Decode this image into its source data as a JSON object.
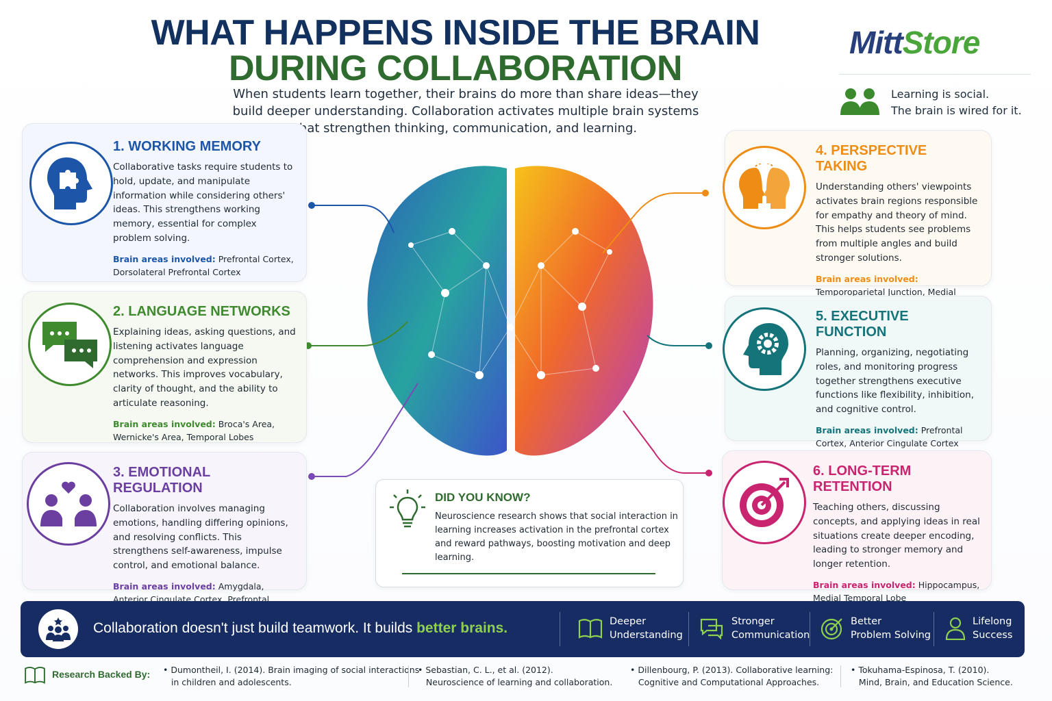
{
  "title_line1": "WHAT HAPPENS INSIDE THE BRAIN",
  "title_line2": "DURING COLLABORATION",
  "subtitle": "When students learn together, their brains do more than share ideas—they build deeper understanding. Collaboration activates multiple brain systems that strengthen thinking, communication, and learning.",
  "logo": {
    "part1": "Mitt",
    "part2": "Store",
    "accent": "#4aa63a",
    "brand": "#27407c"
  },
  "social_note": {
    "line1": "Learning is social.",
    "line2": "The brain is wired for it.",
    "icon": "people-icon"
  },
  "areas_label": "Brain areas involved:",
  "cards": [
    {
      "title": "1. WORKING MEMORY",
      "color": "#1d56a8",
      "icon": "puzzle-head-icon",
      "text": "Collaborative tasks require students to hold, update, and manipulate information while considering others' ideas. This strengthens working memory, essential for complex problem solving.",
      "areas": "Prefrontal Cortex, Dorsolateral Prefrontal Cortex"
    },
    {
      "title": "2. LANGUAGE NETWORKS",
      "color": "#3f8a2f",
      "icon": "chat-bubbles-icon",
      "text": "Explaining ideas, asking questions, and listening activates language comprehension and expression networks. This improves vocabulary, clarity of thought, and the ability to articulate reasoning.",
      "areas": "Broca's Area, Wernicke's Area, Temporal Lobes"
    },
    {
      "title": "3. EMOTIONAL REGULATION",
      "color": "#6a3fa0",
      "icon": "people-heart-icon",
      "text": "Collaboration involves managing emotions, handling differing opinions, and resolving conflicts. This strengthens self-awareness, impulse control, and emotional balance.",
      "areas": "Amygdala, Anterior Cingulate Cortex, Prefrontal Cortex"
    },
    {
      "title": "4. PERSPECTIVE TAKING",
      "color": "#ee8d16",
      "icon": "facing-heads-icon",
      "text": "Understanding others' viewpoints activates brain regions responsible for empathy and theory of mind. This helps students see problems from multiple angles and build stronger solutions.",
      "areas": "Temporoparietal Junction, Medial Prefrontal Cortex"
    },
    {
      "title": "5. EXECUTIVE FUNCTION",
      "color": "#15737a",
      "icon": "gear-head-icon",
      "text": "Planning, organizing, negotiating roles, and monitoring progress together strengthens executive functions like flexibility, inhibition, and cognitive control.",
      "areas": "Prefrontal Cortex, Anterior Cingulate Cortex"
    },
    {
      "title": "6. LONG-TERM RETENTION",
      "color": "#c8246f",
      "icon": "target-icon",
      "text": "Teaching others, discussing concepts, and applying ideas in real situations create deeper encoding, leading to stronger memory and longer retention.",
      "areas": "Hippocampus, Medial Temporal Lobe"
    }
  ],
  "did_you_know": {
    "title": "DID YOU KNOW?",
    "icon": "lightbulb-icon",
    "text": "Neuroscience research shows that social interaction in learning increases activation in the prefrontal cortex and reward pathways, boosting motivation and deep learning."
  },
  "banner": {
    "main": "Collaboration doesn't just build teamwork. It builds ",
    "highlight": "better brains.",
    "features": [
      {
        "line1": "Deeper",
        "line2": "Understanding",
        "icon": "book-icon"
      },
      {
        "line1": "Stronger",
        "line2": "Communication",
        "icon": "chat-icon"
      },
      {
        "line1": "Better",
        "line2": "Problem Solving",
        "icon": "target-icon"
      },
      {
        "line1": "Lifelong",
        "line2": "Success",
        "icon": "person-icon"
      }
    ]
  },
  "research": {
    "label": "Research Backed By:",
    "items": [
      {
        "line1": "Dumontheil, I. (2014). Brain imaging of social interactions",
        "line2": "in children and adolescents."
      },
      {
        "line1": "Sebastian, C. L., et al. (2012).",
        "line2": "Neuroscience of learning and collaboration."
      },
      {
        "line1": "Dillenbourg, P. (2013). Collaborative learning:",
        "line2": "Cognitive and Computational Approaches."
      },
      {
        "line1": "Tokuhama-Espinosa, T. (2010).",
        "line2": "Mind, Brain, and Education Science."
      }
    ]
  }
}
